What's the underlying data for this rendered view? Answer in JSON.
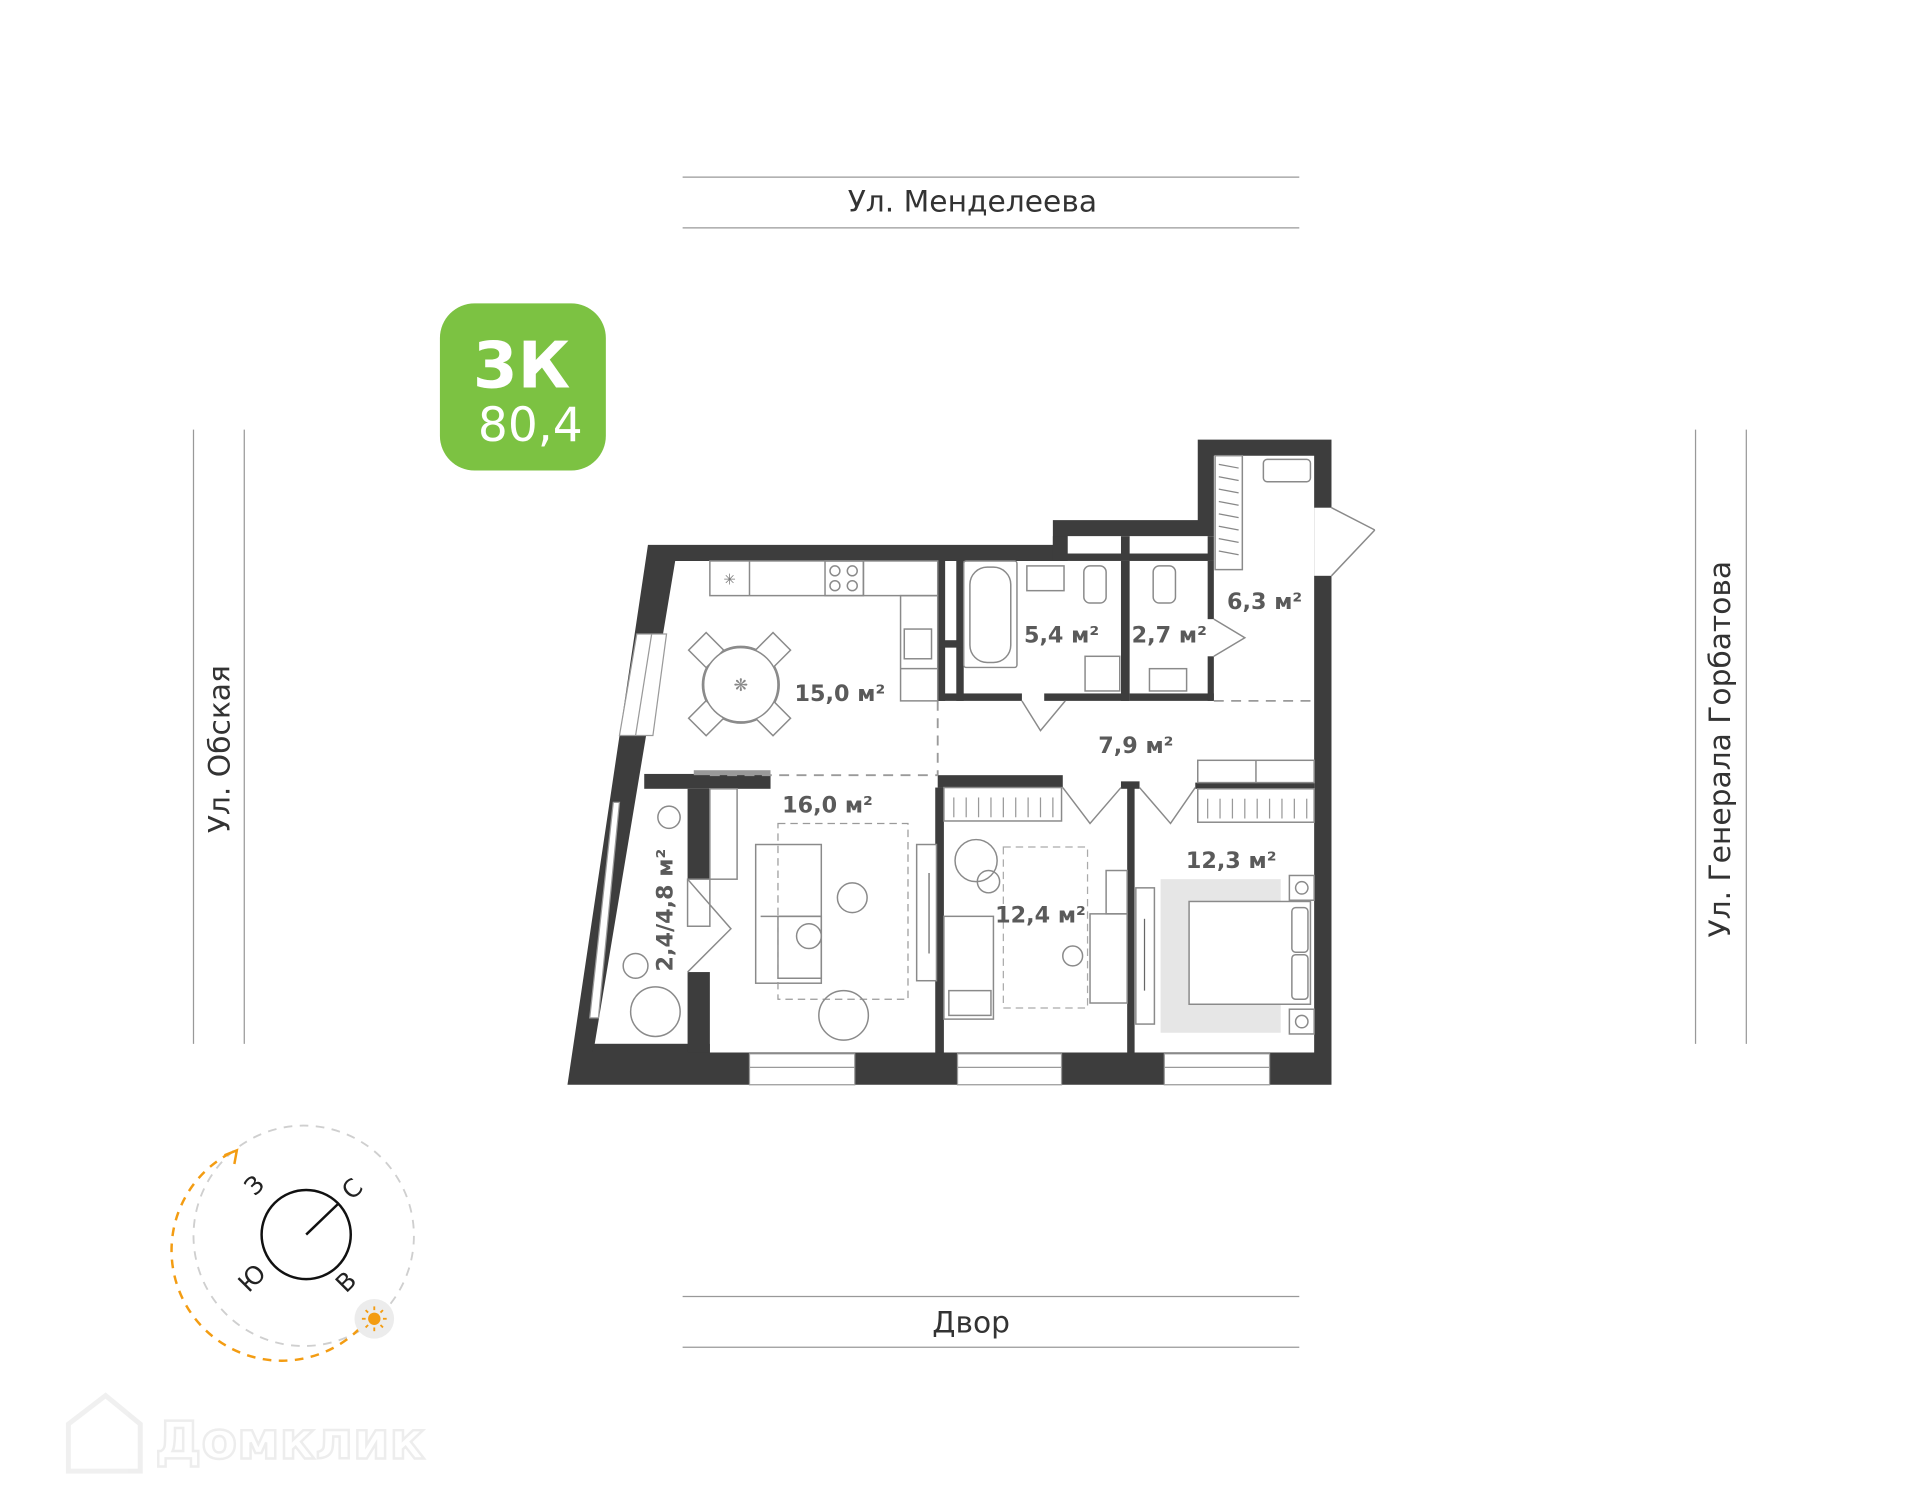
{
  "badge": {
    "rooms": "3К",
    "area": "80,4",
    "color": "#7cc242"
  },
  "streets": {
    "top": "Ул. Менделеева",
    "bottom": "Двор",
    "left": "Ул. Обская",
    "right": "Ул. Генерала Горбатова"
  },
  "rooms": {
    "kitchen": "15,0 м²",
    "bathroom": "5,4 м²",
    "toilet": "2,7 м²",
    "hall": "6,3 м²",
    "corridor": "7,9 м²",
    "living": "16,0 м²",
    "balcony": "2,4/4,8 м²",
    "bedroom_middle": "12,4 м²",
    "bedroom_right": "12,3 м²"
  },
  "compass": {
    "north": "С",
    "south": "Ю",
    "east": "В",
    "west": "З",
    "sun_color": "#f39c12"
  },
  "watermark": "Домклик",
  "colors": {
    "walls": "#3d3d3d",
    "accent": "#7cc242"
  }
}
